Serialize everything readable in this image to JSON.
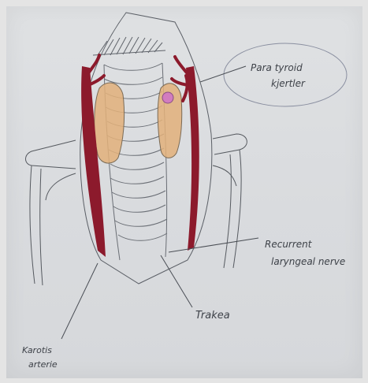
{
  "labels": {
    "parathyroid": {
      "line1": "Para tyroid",
      "line2": "kjertler"
    },
    "recurrent": {
      "line1": "Recurrent",
      "line2": "laryngeal nerve"
    },
    "trachea": "Trakea",
    "carotid": {
      "line1": "Karotis",
      "line2": "arterie"
    }
  },
  "colors": {
    "artery": "#8c1a2c",
    "thyroid": "#e2b07a",
    "parathyroid_gland": "#d27cbf",
    "pencil": "#4a4e55",
    "paper": "#dcdee1"
  }
}
